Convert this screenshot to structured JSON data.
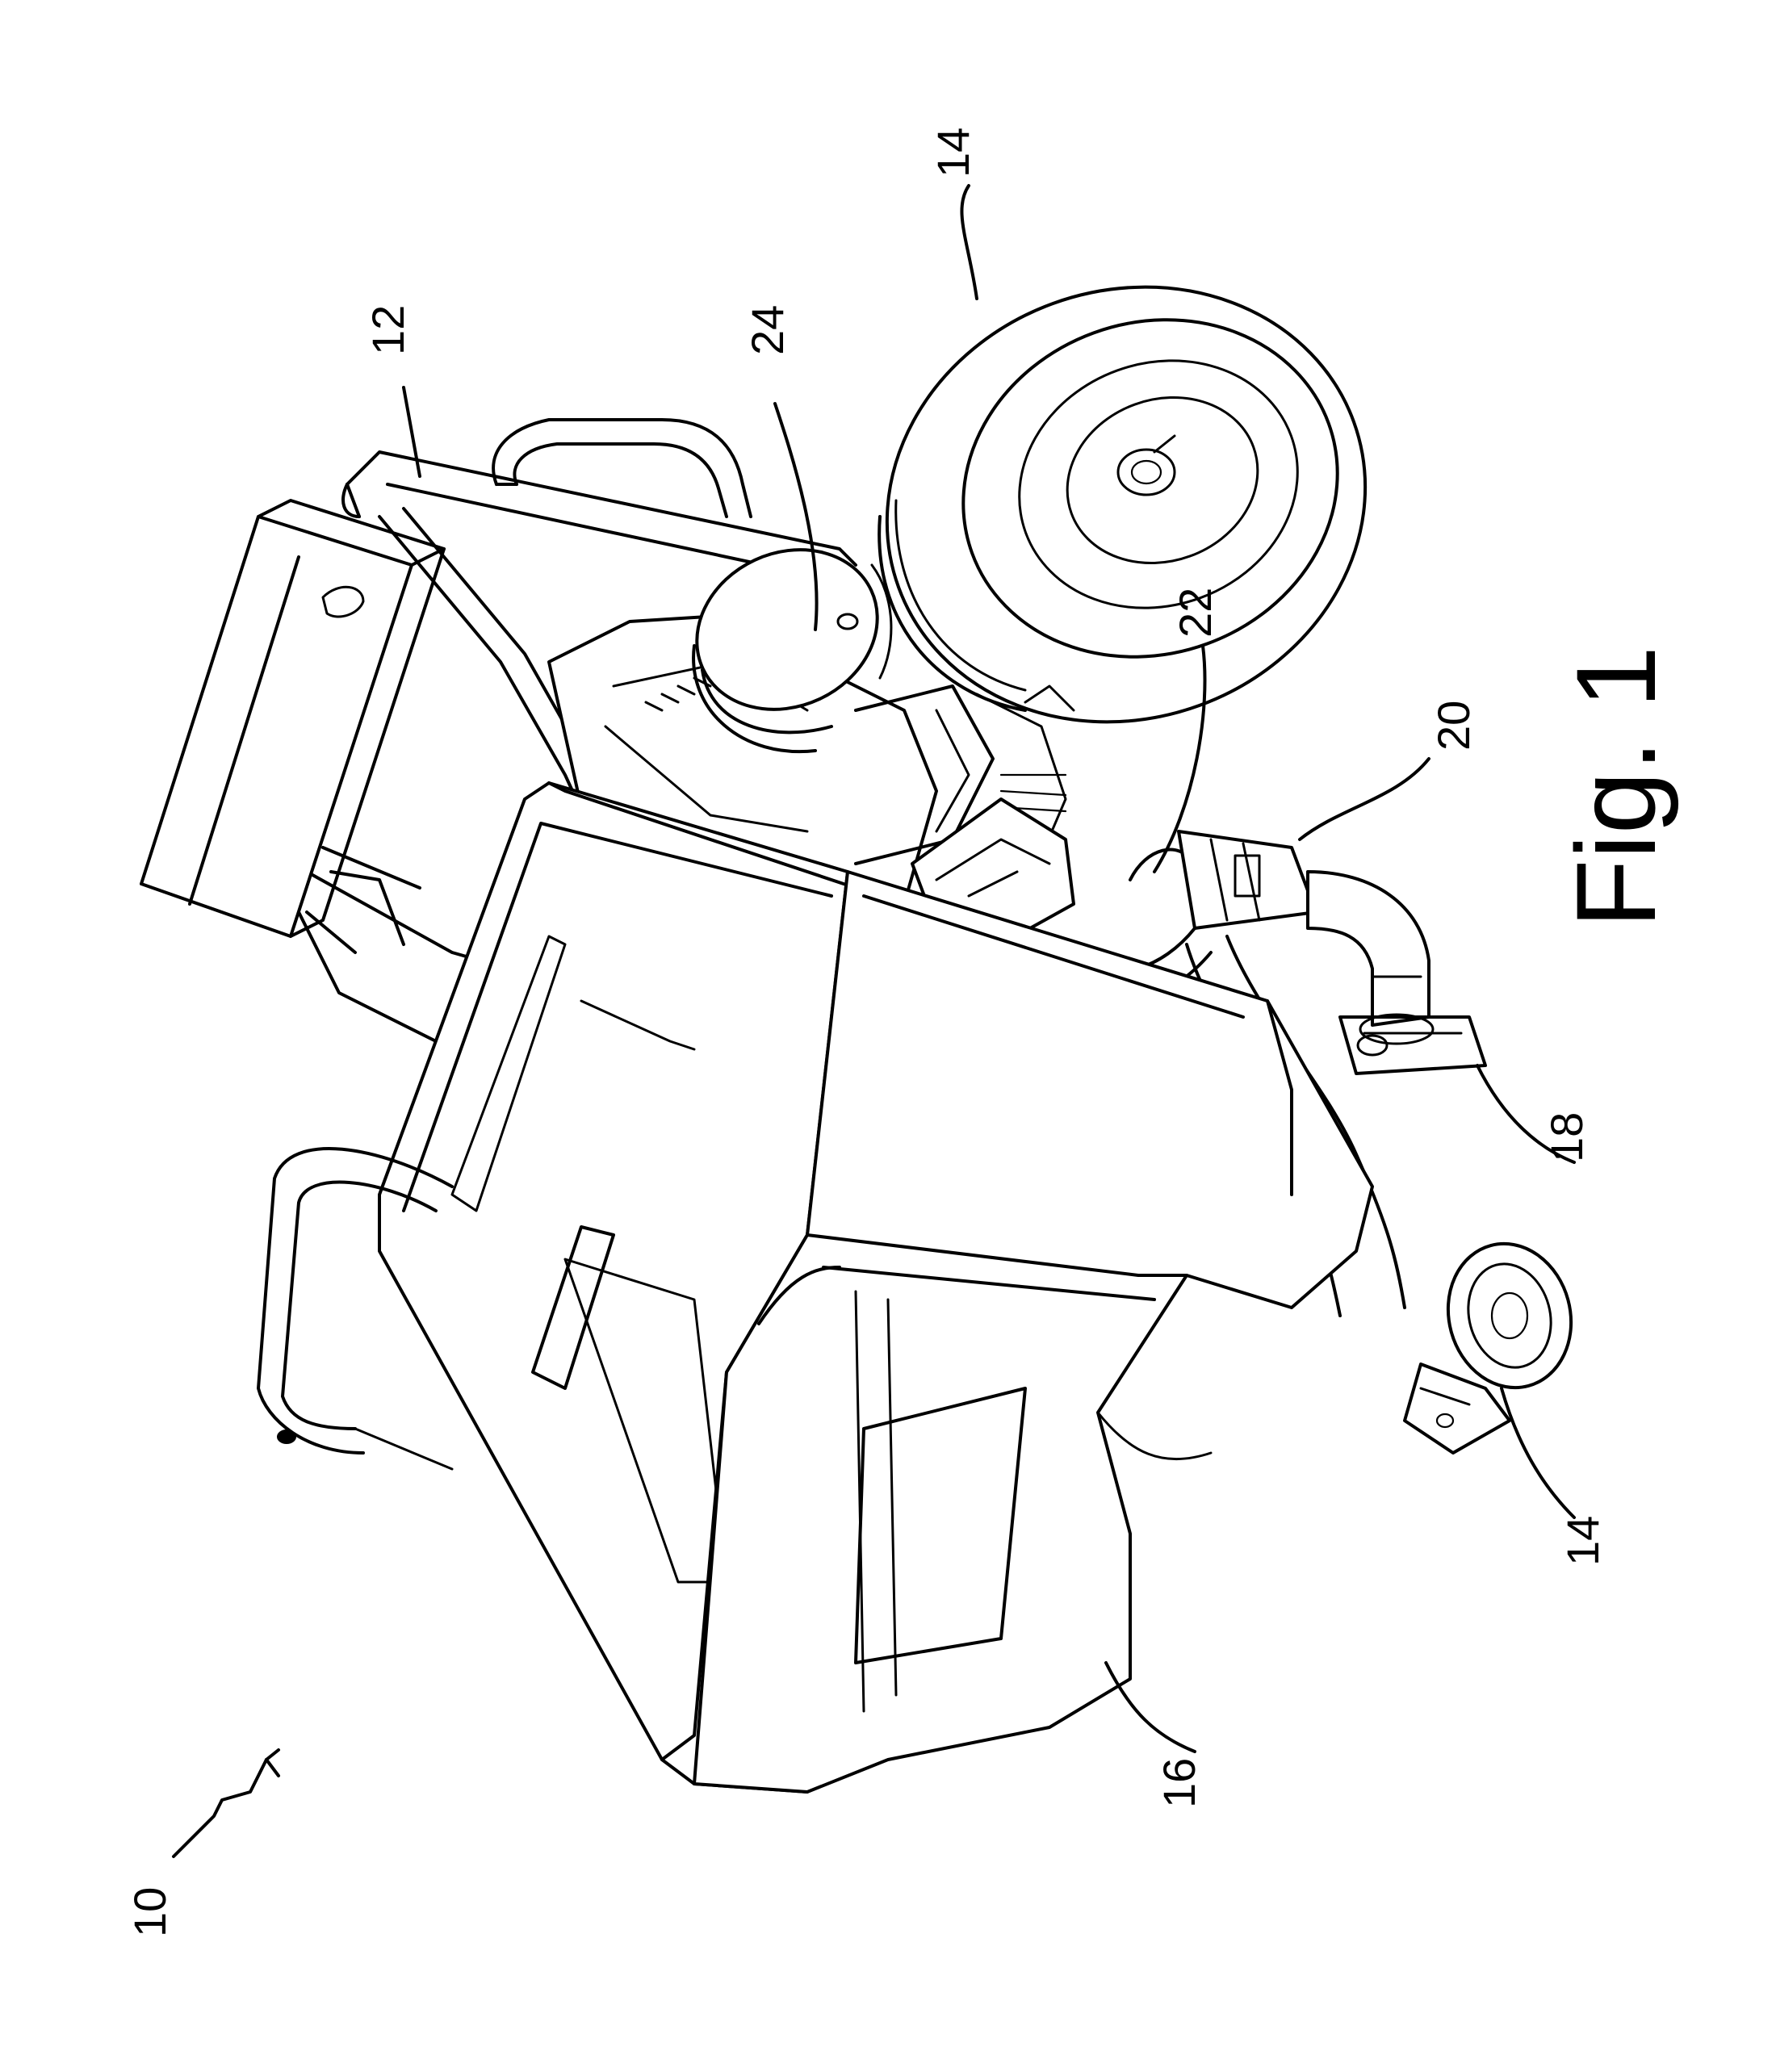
{
  "figure": {
    "title": "Fig. 1"
  },
  "labels": {
    "ref_10": "10",
    "ref_12": "12",
    "ref_14_top": "14",
    "ref_14_bottom": "14",
    "ref_16": "16",
    "ref_18": "18",
    "ref_20": "20",
    "ref_22": "22",
    "ref_24": "24"
  },
  "style": {
    "line_color": "#000000",
    "background": "#ffffff"
  }
}
